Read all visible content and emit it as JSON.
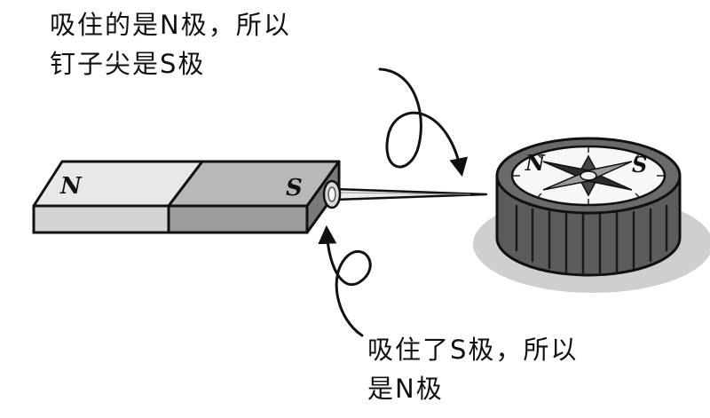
{
  "captions": {
    "top": {
      "line1": "吸住的是N极，所以",
      "line2": "钉子尖是S极"
    },
    "bottom": {
      "line1": "吸住了S极，所以",
      "line2": "是N极"
    }
  },
  "magnet": {
    "pole_left": "N",
    "pole_right": "S"
  },
  "compass": {
    "dial_n": "N",
    "dial_s": "S"
  },
  "colors": {
    "magnet_n_face": "#d4d4d4",
    "magnet_s_face": "#9c9c9c",
    "compass_body": "#5c5c5c",
    "shadow": "#cfcfcf",
    "ink": "#111111"
  }
}
